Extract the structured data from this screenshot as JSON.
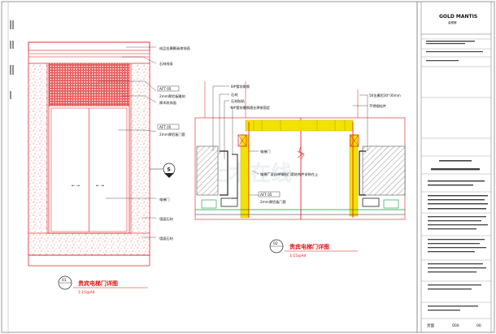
{
  "colors": {
    "line": "#e0181a",
    "leader": "#222222",
    "panel_yellow": "#f2e200",
    "hatch_gray": "#b8b8b8",
    "slab_green": "#0a9b3a",
    "background": "#ffffff"
  },
  "watermark": "土木在线",
  "elevation": {
    "labels": {
      "top1": "成品金属氟碳漆饰面",
      "top2": "石材线条",
      "panel_tag1": "AFT 05",
      "panel_desc1": "2mm厚铝板雕刻",
      "panel_desc2": "厚木纹饰面",
      "panel_tag2": "AFT 05",
      "panel_desc3": "2mm厚铝板门套",
      "door": "电梯门",
      "mat1": "墙面石材",
      "mat2": "墙面石材"
    },
    "section_mark": "S",
    "door_arrows": "← →",
    "title_badge": "01",
    "title": "贵宾电梯门详图",
    "scale": "1:15@A4"
  },
  "section": {
    "labels": {
      "l1": "8#镀锌角钢",
      "l2": "石材",
      "l3": "石材胶粘",
      "l4": "8#镀锌槽钢通长焊接固定",
      "door_text": "电梯门",
      "note": "电梯厂家自带钢制门套结构件安装在上",
      "tag": "AFT 05",
      "tag_desc": "2mm厚铝板门套"
    },
    "right_labels": {
      "r1": "50金属铝30*30mm",
      "r2": "不锈钢挂件"
    },
    "title_badge": "02",
    "title": "贵宾电梯门详图",
    "scale": "1:15@A4"
  },
  "title_block": {
    "logo": "GOLD MANTIS",
    "logo_sub": "金螳螂",
    "footer_left": "封面",
    "footer_mid": "000",
    "footer_right": "00"
  }
}
